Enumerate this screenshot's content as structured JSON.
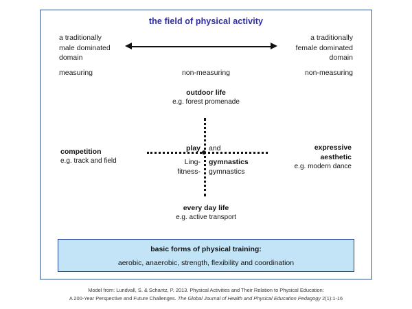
{
  "diagram": {
    "title": "the field of physical activity",
    "axis": {
      "left_heading": "a traditionally\nmale dominated\ndomain",
      "left_sub": "measuring",
      "right_heading": "a traditionally\nfemale dominated\ndomain",
      "right_sub": "non-measuring",
      "center_sub": "non-measuring",
      "arrow_icon": "double-headed-horizontal-arrow"
    },
    "nodes": {
      "top": {
        "heading": "outdoor life",
        "example": "e.g. forest promenade"
      },
      "bottom": {
        "heading": "every day life",
        "example": "e.g. active transport"
      },
      "left": {
        "heading": "competition",
        "example": "e.g. track and field"
      },
      "right": {
        "heading": "expressive\naesthetic",
        "example": "e.g. modern dance"
      }
    },
    "center": {
      "play": "play",
      "and": "and",
      "ling": "Ling-",
      "fitness": "fitness-",
      "gymnastics_bold": "gymnastics",
      "gymnastics_plain": "gymnastics"
    },
    "bottom_box": {
      "heading": "basic forms of physical training:",
      "body": "aerobic, anaerobic, strength, flexibility and coordination",
      "fill_color": "#c3e4f7",
      "border_color": "#1f3f8f"
    },
    "citation": {
      "line1": "Model from: Lundvall, S. & Schantz, P. 2013. Physical Activities and Their Relation to Physical Education:",
      "line2_pre": "A 200-Year Perspective and Future Challenges. ",
      "line2_italic": "The Global Journal of Health and Physical Education Pedagogy",
      "line2_post": " 2(1):1-16"
    },
    "colors": {
      "title": "#2b2b9e",
      "frame": "#2f4f8f",
      "text": "#111111"
    }
  }
}
